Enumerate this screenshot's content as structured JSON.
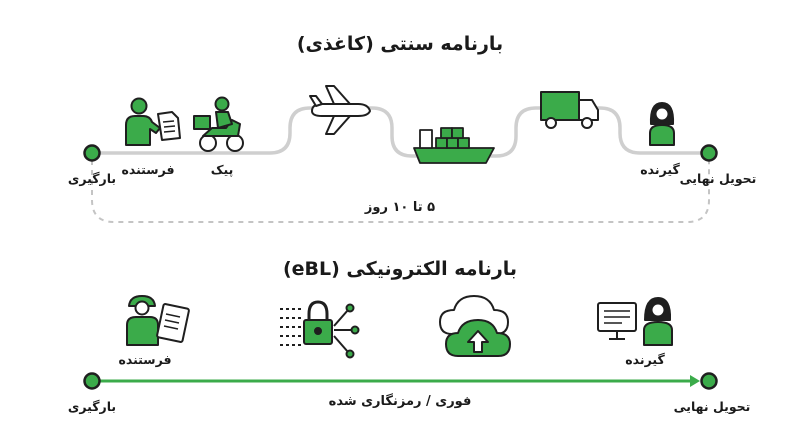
{
  "colors": {
    "green": "#3bab4a",
    "dark": "#1f1f1f",
    "grey": "#c9c9c9",
    "dashed": "#c0c0c0"
  },
  "traditional": {
    "title": "بارنامه سنتی (کاغذی)",
    "start_label": "بارگیری",
    "end_label": "تحویل نهایی",
    "sender_label": "فرستنده",
    "courier_label": "پیک",
    "receiver_label": "گیرنده",
    "duration_label": "۵ تا ۱۰ روز",
    "icons": [
      "sender-with-document-icon",
      "courier-motorbike-icon",
      "airplane-icon",
      "cargo-ship-icon",
      "truck-icon",
      "receiver-icon"
    ]
  },
  "electronic": {
    "title": "بارنامه الکترونیکی (eBL)",
    "start_label": "بارگیری",
    "end_label": "تحویل نهایی",
    "sender_label": "فرستنده",
    "receiver_label": "گیرنده",
    "duration_label": "فوری / رمزنگاری شده",
    "icons": [
      "sender-with-tablet-icon",
      "encryption-lock-icon",
      "cloud-upload-icon",
      "receiver-at-computer-icon"
    ]
  }
}
